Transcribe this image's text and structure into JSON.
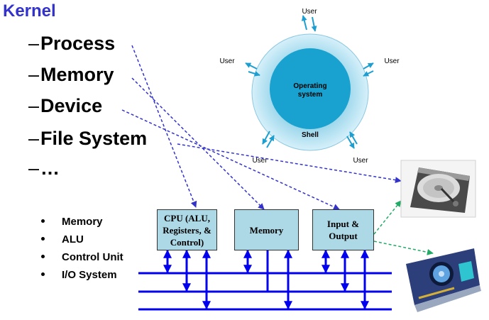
{
  "title": "Kernel",
  "kernel_items": [
    "Process",
    "Memory",
    "Device",
    "File System",
    "…"
  ],
  "dash": "–",
  "computer_components": [
    "Memory",
    "ALU",
    "Control Unit",
    "I/O System"
  ],
  "hardware": {
    "cpu_label": "CPU (ALU, Registers, & Control)",
    "memory_label": "Memory",
    "io_label": "Input & Output"
  },
  "os_diagram": {
    "core_label": "Operating system",
    "shell_label": "Shell",
    "user_label": "User"
  },
  "images": [
    "hard-disk-drive",
    "graphics-card"
  ],
  "colors": {
    "title": "#3333cc",
    "bus": "#0000ee",
    "dashed_link": "#3333cc",
    "device_link": "#22aa66",
    "box_fill": "#add8e6",
    "shell_ring": "#9fd8ec",
    "core": "#19a2cf"
  }
}
